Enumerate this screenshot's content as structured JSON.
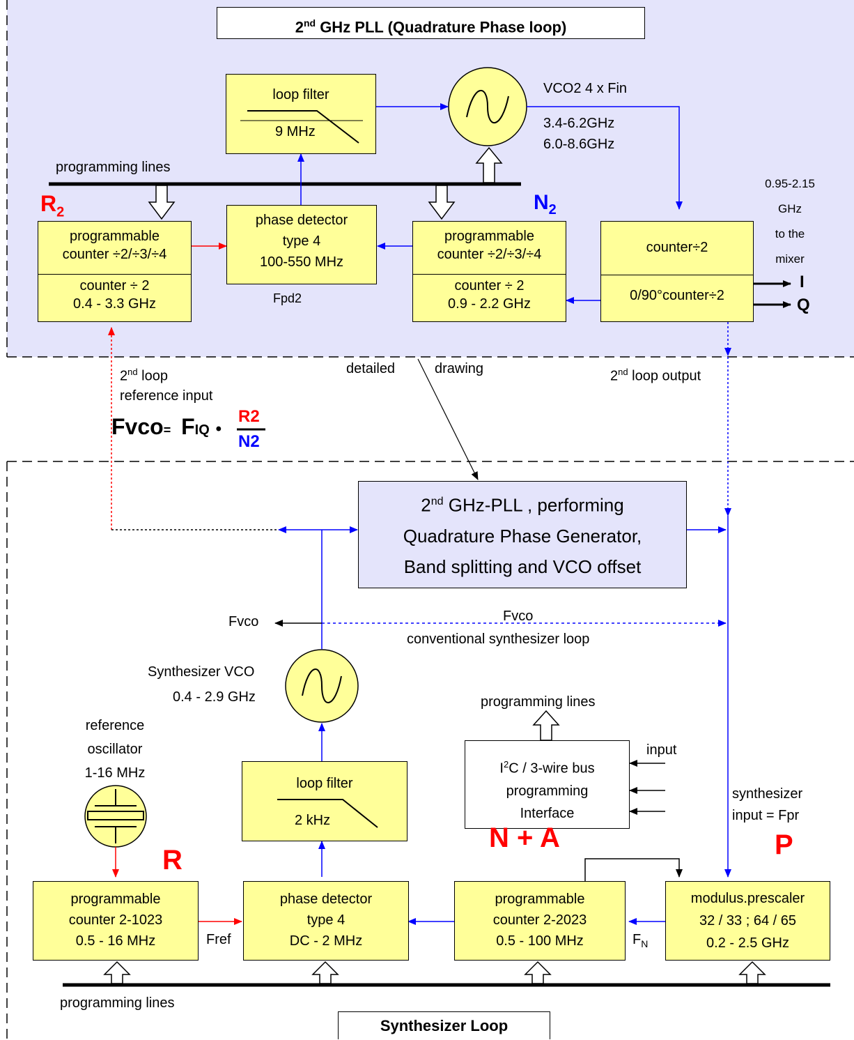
{
  "upper_section": {
    "title_main": "2",
    "title_sup": "nd",
    "title_rest": " GHz PLL (Quadrature Phase loop)",
    "loop_filter": {
      "title": "loop filter",
      "value": "9 MHz"
    },
    "vco2": {
      "label": "VCO2   4 x Fin",
      "range1": "3.4-6.2GHz",
      "range2": "6.0-8.6GHz"
    },
    "programming_lines": "programming lines",
    "r2_label": "R",
    "r2_sub": "2",
    "n2_label": "N",
    "n2_sub": "2",
    "counter_r2": {
      "line1": "programmable",
      "line2": "counter ÷2/÷3/÷4",
      "line3": "counter ÷ 2",
      "line4": "0.4 - 3.3 GHz"
    },
    "phase_detector": {
      "line1": "phase detector",
      "line2": "type 4",
      "line3": "100-550 MHz"
    },
    "fpd2": "Fpd2",
    "counter_n2": {
      "line1": "programmable",
      "line2": "counter ÷2/÷3/÷4",
      "line3": "counter ÷ 2",
      "line4": "0.9 - 2.2 GHz"
    },
    "counter_div2": {
      "line1": "counter÷2",
      "line2": "0/90°counter÷2"
    },
    "mixer_note": [
      "0.95-2.15",
      "GHz",
      "to the",
      "mixer"
    ],
    "out_i": "I",
    "out_q": "Q"
  },
  "middle": {
    "ref_input_1": "nd",
    "ref_input_pre": "2",
    "ref_input_post": " loop",
    "ref_input_2": "reference input",
    "detailed": "detailed",
    "drawing": "drawing",
    "loop_output_pre": "2",
    "loop_output_sup": "nd",
    "loop_output_post": " loop output",
    "formula": {
      "lhs": "Fvco",
      "eq": "=",
      "fiq": "F",
      "fiq_sub": "IQ",
      "dot": "•",
      "num": "R2",
      "den": "N2"
    }
  },
  "lower_section": {
    "pll_box": {
      "line1_pre": "2",
      "line1_sup": "nd",
      "line1_post": " GHz-PLL , performing",
      "line2": "Quadrature Phase Generator,",
      "line3": "Band splitting and VCO offset"
    },
    "fvco_left": "Fvco",
    "fvco_mid": "Fvco",
    "conventional": "conventional synthesizer loop",
    "synth_vco": {
      "line1": "Synthesizer VCO",
      "line2": "0.4 - 2.9 GHz"
    },
    "ref_osc": {
      "line1": "reference",
      "line2": "oscillator",
      "line3": "1-16 MHz"
    },
    "loop_filter": {
      "title": "loop filter",
      "value": "2 kHz"
    },
    "programming_lines_top": "programming lines",
    "bus": {
      "line1_pre": "I",
      "line1_sup": "2",
      "line1_post": "C / 3-wire bus",
      "line2": "programming",
      "line3": "Interface"
    },
    "input": "input",
    "synth_input_1": "synthesizer",
    "synth_input_2": "input = Fpr",
    "r_label": "R",
    "na_label": "N + A",
    "p_label": "P",
    "counter_r": {
      "line1": "programmable",
      "line2": "counter 2-1023",
      "line3": "0.5 - 16 MHz"
    },
    "fref": "Fref",
    "phase_detector": {
      "line1": "phase detector",
      "line2": "type 4",
      "line3": "DC - 2 MHz"
    },
    "counter_na": {
      "line1": "programmable",
      "line2": "counter 2-2023",
      "line3": "0.5 - 100 MHz"
    },
    "fn": "F",
    "fn_sub": "N",
    "prescaler": {
      "line1": "modulus.prescaler",
      "line2": "32 / 33 ; 64 / 65",
      "line3": "0.2 - 2.5 GHz"
    },
    "programming_lines_bottom": "programming lines",
    "footer_title": "Synthesizer Loop"
  },
  "colors": {
    "box_fill": "#ffff99",
    "panel_fill": "#e4e4fb",
    "signal_blue": "#0000ff",
    "signal_red": "#ff0000"
  }
}
